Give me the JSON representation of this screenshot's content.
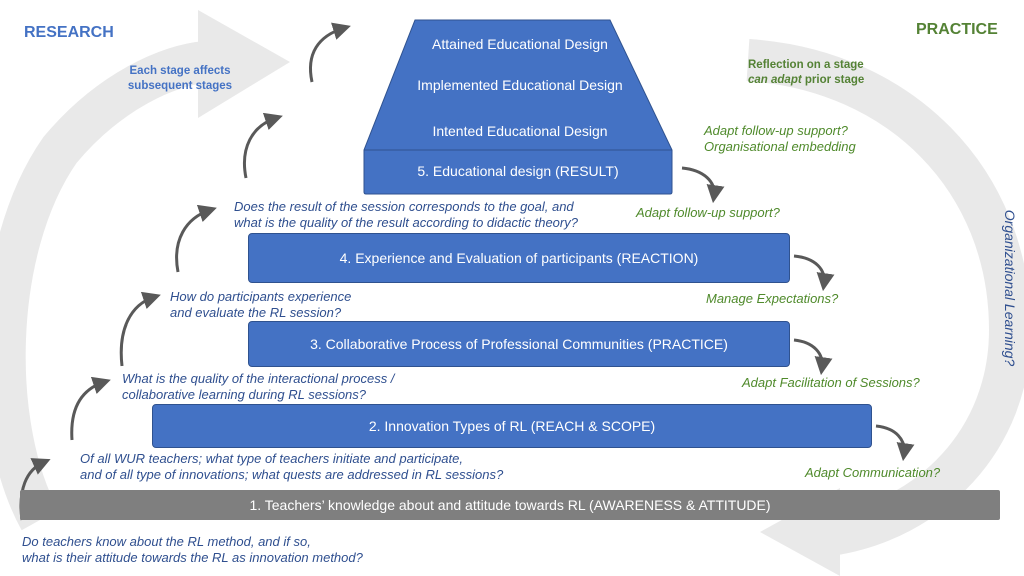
{
  "headers": {
    "research": "RESEARCH",
    "practice": "PRACTICE"
  },
  "notes": {
    "research_line1": "Each stage affects",
    "research_line2": "subsequent stages",
    "practice_line1": "Reflection on a stage",
    "practice_line2_italic": "can adapt",
    "practice_line2_rest": " prior stage"
  },
  "trapezoid": {
    "line1": "Attained Educational Design",
    "line2": "Implemented Educational Design",
    "line3": "Intented Educational Design",
    "base": "5. Educational design (RESULT)"
  },
  "boxes": {
    "stage4": "4. Experience and Evaluation of participants (REACTION)",
    "stage3": "3. Collaborative Process of Professional Communities (PRACTICE)",
    "stage2": "2. Innovation Types of RL (REACH & SCOPE)",
    "stage1": "1. Teachers’ knowledge about and attitude towards RL (AWARENESS & ATTITUDE)"
  },
  "questions": {
    "q5_l1": "Does the result of the session corresponds to the goal, and",
    "q5_l2": "what is the quality of the result according to didactic theory?",
    "q4_l1": "How do participants experience",
    "q4_l2": "and evaluate the RL session?",
    "q3_l1": "What is the quality of the interactional process /",
    "q3_l2": "collaborative learning during RL sessions?",
    "q2_l1": "Of all WUR teachers; what type of teachers initiate and participate,",
    "q2_l2": "and of all type of innovations; what quests are addressed in RL sessions?",
    "q1_l1": "Do teachers know about the RL method, and if so,",
    "q1_l2": "what is their attitude towards the RL as innovation method?"
  },
  "actions": {
    "a5_l1": "Adapt follow-up support?",
    "a5_l2": "Organisational embedding",
    "a4": "Adapt follow-up support?",
    "a3": "Manage Expectations?",
    "a2": "Adapt Facilitation of Sessions?",
    "a1": "Adapt Communication?"
  },
  "side_label": "Organizational Learning?",
  "colors": {
    "research": "#4472c4",
    "practice": "#548235",
    "box": "#4472c4",
    "bar": "#7f7f7f",
    "question_text": "#2f4f8f",
    "action_text": "#4f8a2b",
    "cycle_arrow": "#e6e6e6"
  }
}
